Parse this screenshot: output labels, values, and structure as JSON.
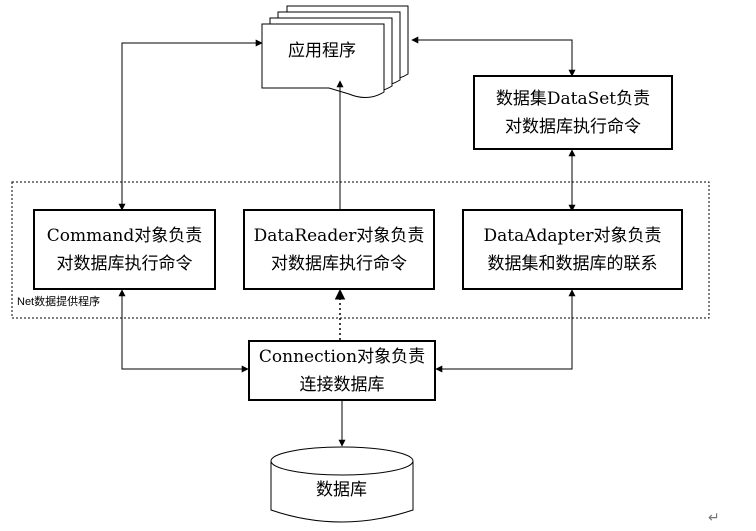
{
  "app": {
    "label": "应用程序"
  },
  "dataset_box": {
    "line1": "数据集DataSet负责",
    "line2": "对数据库执行命令"
  },
  "command_box": {
    "line1": "Command对象负责",
    "line2": "对数据库执行命令"
  },
  "datareader_box": {
    "line1": "DataReader对象负责",
    "line2": "对数据库执行命令"
  },
  "dataadapter_box": {
    "line1": "DataAdapter对象负责",
    "line2": "数据集和数据库的联系"
  },
  "provider_frame": {
    "label": "Net数据提供程序"
  },
  "connection_box": {
    "line1": "Connection对象负责",
    "line2": "连接数据库"
  },
  "database": {
    "label": "数据库"
  },
  "paragraph_mark": "↵"
}
